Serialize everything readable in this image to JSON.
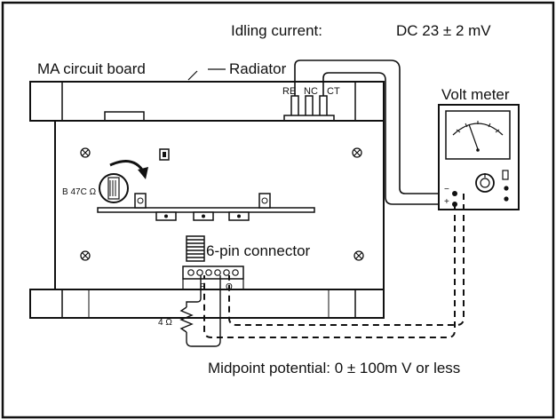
{
  "header": {
    "idling_label": "Idling current:",
    "idling_value": "DC 23 ± 2 mV"
  },
  "labels": {
    "board": "MA circuit board",
    "radiator": "Radiator",
    "volt_meter": "Volt meter",
    "resistor_value": "B 47C Ω",
    "connector": "6-pin connector",
    "load": "4 Ω",
    "midpoint": "Midpoint potential:  0 ± 100m V or less"
  },
  "terminals": {
    "re": "RE",
    "nc": "NC",
    "ct": "CT",
    "minus": "(−)",
    "plus": "(+)",
    "e": "E",
    "o": "O"
  },
  "meter": {
    "minus_sign": "−",
    "plus_sign": "+"
  }
}
